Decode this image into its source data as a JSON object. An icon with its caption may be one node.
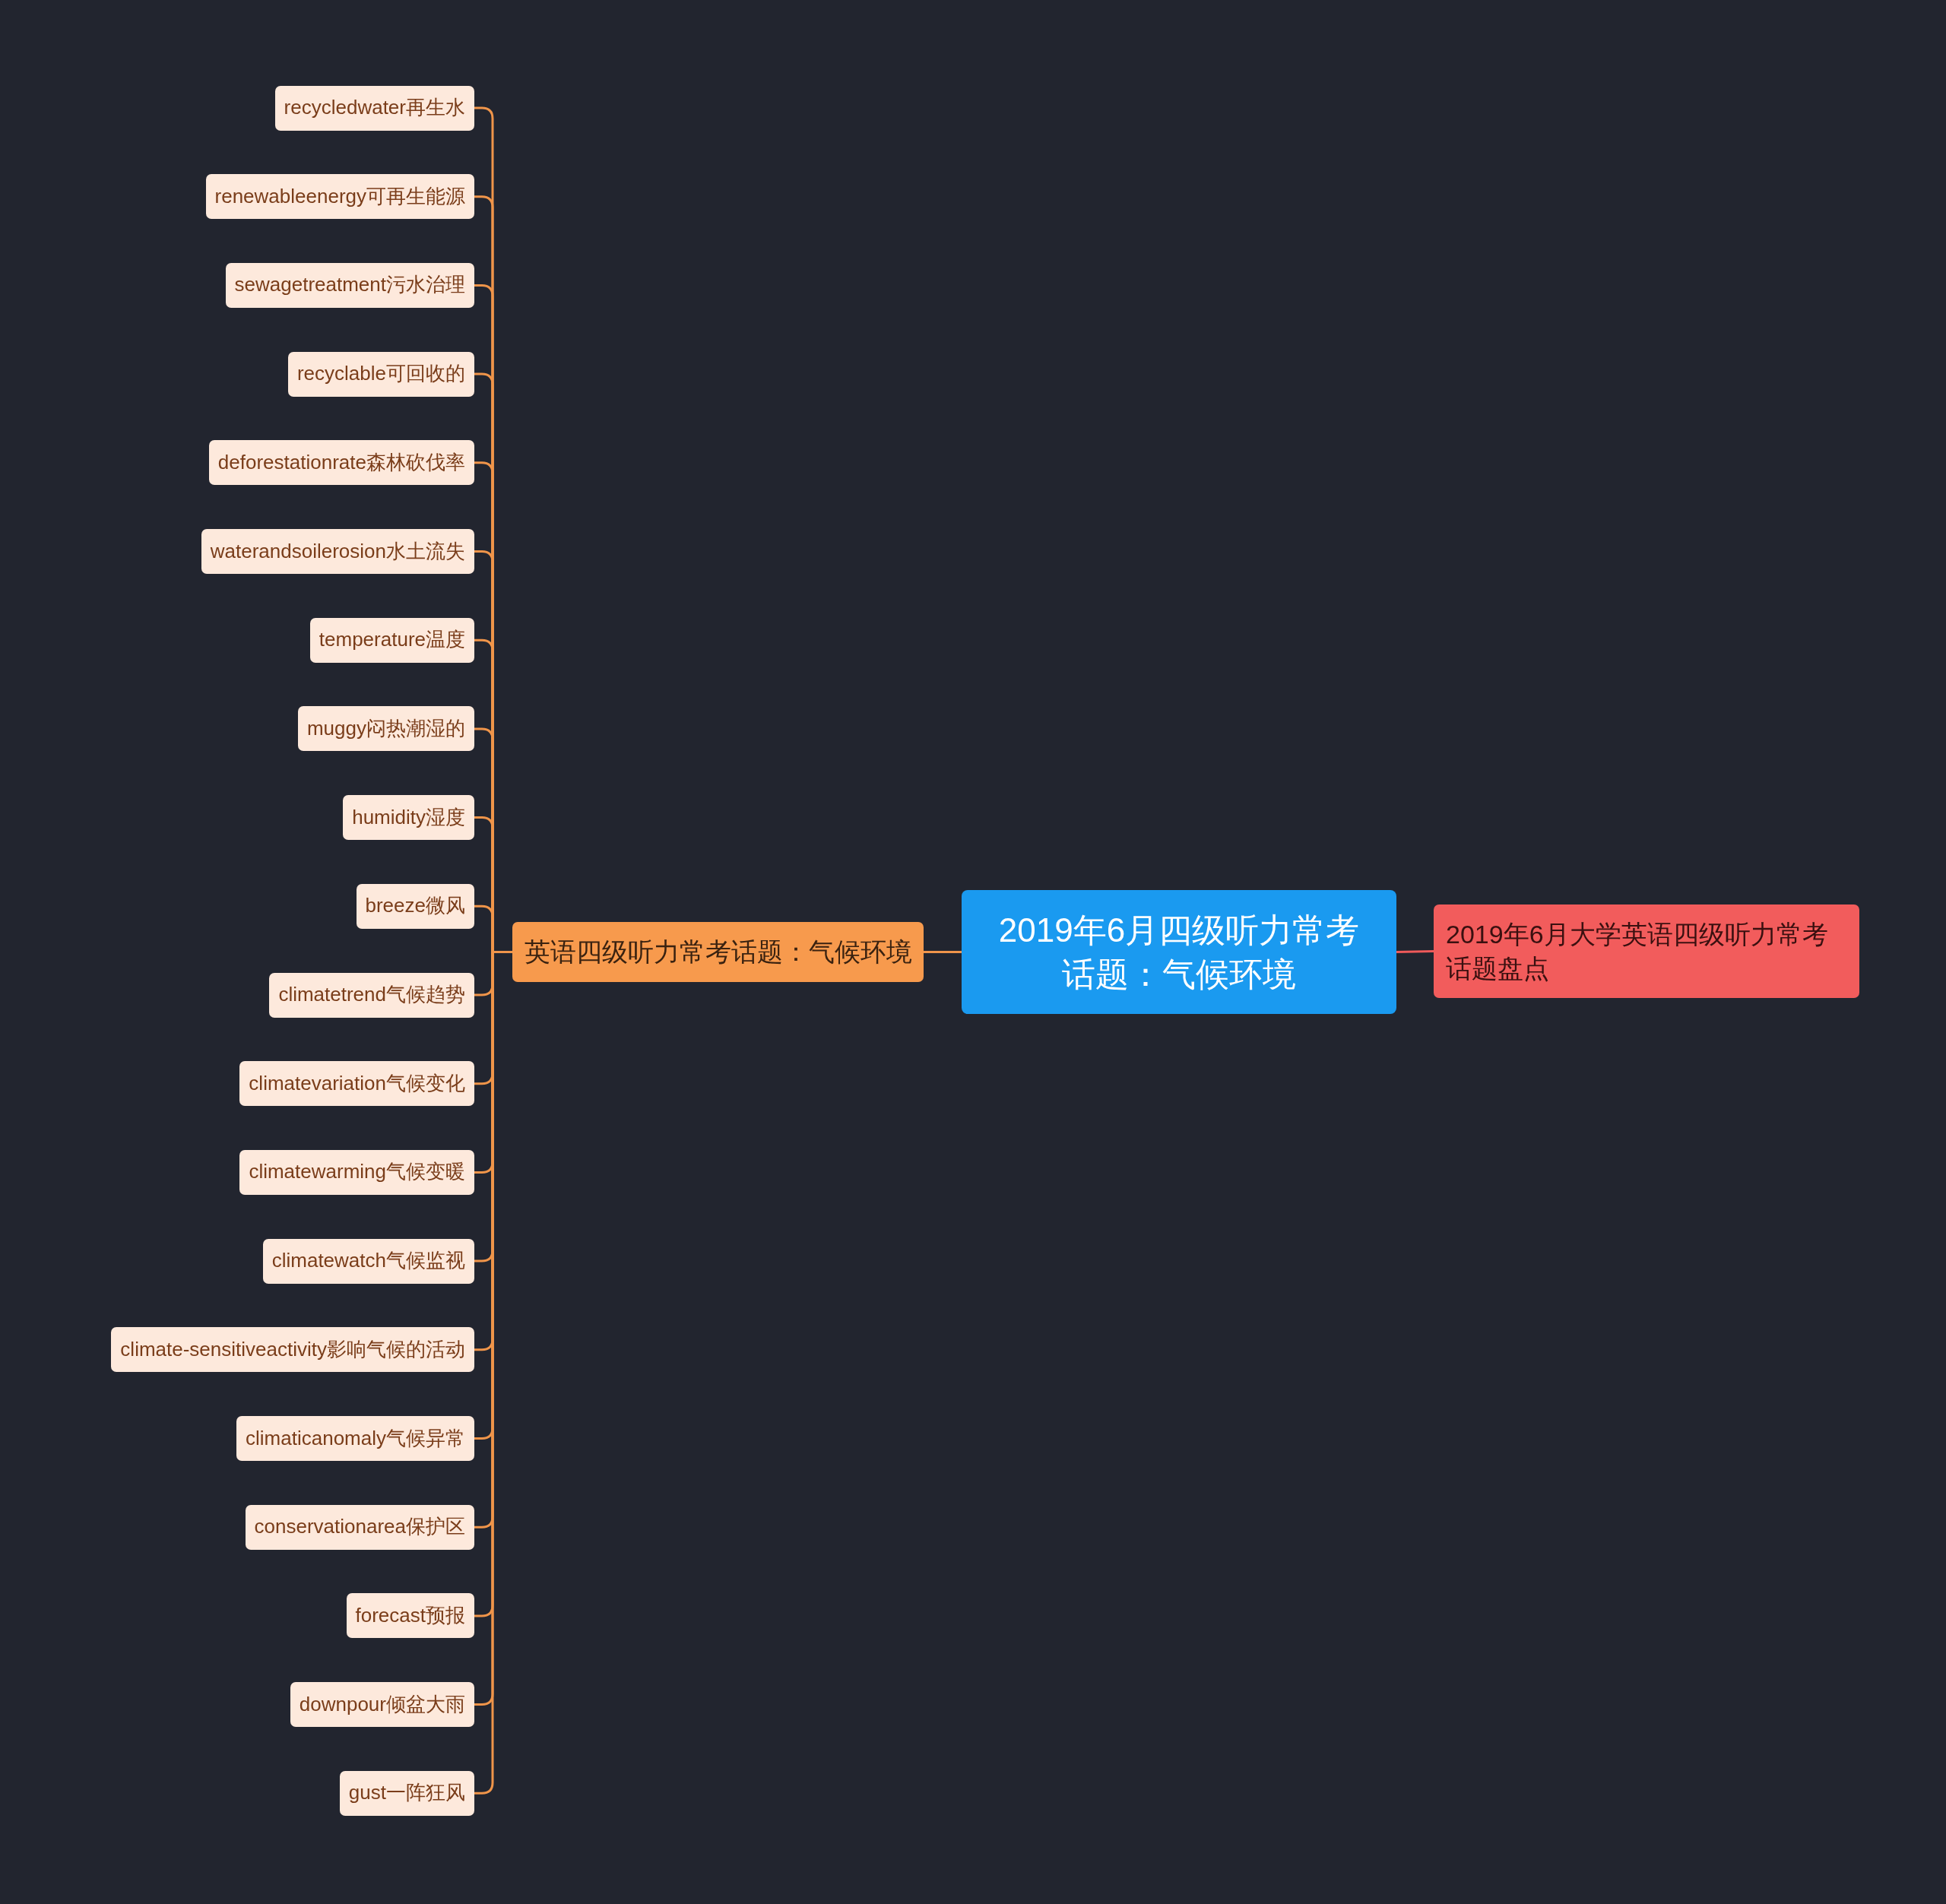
{
  "diagram": {
    "nodes": [
      {
        "text": [
          "2019年6月四级听力常考话题：气候环境"
        ]
      },
      {
        "text": [
          "英语四级听力常考话题：气候环境"
        ]
      },
      {
        "text": [
          "recycledwater再生水"
        ]
      },
      {
        "text": [
          "renewableenergy可再生能源"
        ]
      },
      {
        "text": [
          "sewagetreatment污水治理"
        ]
      },
      {
        "text": [
          "recyclable可回收的"
        ]
      },
      {
        "text": [
          "deforestationrate森林砍伐率"
        ]
      },
      {
        "text": [
          "waterandsoilerosion水土流失"
        ]
      },
      {
        "text": [
          "temperature温度"
        ]
      },
      {
        "text": [
          "muggy闷热潮湿的"
        ]
      },
      {
        "text": [
          "humidity湿度"
        ]
      },
      {
        "text": [
          "breeze微风"
        ]
      },
      {
        "text": [
          "climatetrend气候趋势"
        ]
      },
      {
        "text": [
          "climatevariation气候变化"
        ]
      },
      {
        "text": [
          "climatewarming气候变暖"
        ]
      },
      {
        "text": [
          "climatewatch气候监视"
        ]
      },
      {
        "text": [
          "climate-sensitiveactivity影响气候的活动"
        ]
      },
      {
        "text": [
          "climaticanomaly气候异常"
        ]
      },
      {
        "text": [
          "conservationarea保护区"
        ]
      },
      {
        "text": [
          "forecast预报"
        ]
      },
      {
        "text": [
          "downpour倾盆大雨"
        ]
      },
      {
        "text": [
          "gust一阵狂风"
        ]
      },
      {
        "text": [
          "2019年6月大学英语四级听力常考话题盘点"
        ]
      }
    ],
    "edges": [
      {
        "from": 0,
        "to": 1,
        "arrow": "none"
      },
      {
        "from": 0,
        "to": 22,
        "arrow": "none",
        "color": "#f05a5a"
      },
      {
        "from": 1,
        "to": 2,
        "arrow": "none"
      },
      {
        "from": 1,
        "to": 3,
        "arrow": "none"
      },
      {
        "from": 1,
        "to": 4,
        "arrow": "none"
      },
      {
        "from": 1,
        "to": 5,
        "arrow": "none"
      },
      {
        "from": 1,
        "to": 6,
        "arrow": "none"
      },
      {
        "from": 1,
        "to": 7,
        "arrow": "none"
      },
      {
        "from": 1,
        "to": 8,
        "arrow": "none"
      },
      {
        "from": 1,
        "to": 9,
        "arrow": "none"
      },
      {
        "from": 1,
        "to": 10,
        "arrow": "none"
      },
      {
        "from": 1,
        "to": 11,
        "arrow": "none"
      },
      {
        "from": 1,
        "to": 12,
        "arrow": "none"
      },
      {
        "from": 1,
        "to": 13,
        "arrow": "none"
      },
      {
        "from": 1,
        "to": 14,
        "arrow": "none"
      },
      {
        "from": 1,
        "to": 15,
        "arrow": "none"
      },
      {
        "from": 1,
        "to": 16,
        "arrow": "none"
      },
      {
        "from": 1,
        "to": 17,
        "arrow": "none"
      },
      {
        "from": 1,
        "to": 18,
        "arrow": "none"
      },
      {
        "from": 1,
        "to": 19,
        "arrow": "none"
      },
      {
        "from": 1,
        "to": 20,
        "arrow": "none"
      },
      {
        "from": 1,
        "to": 21,
        "arrow": "none"
      }
    ]
  }
}
